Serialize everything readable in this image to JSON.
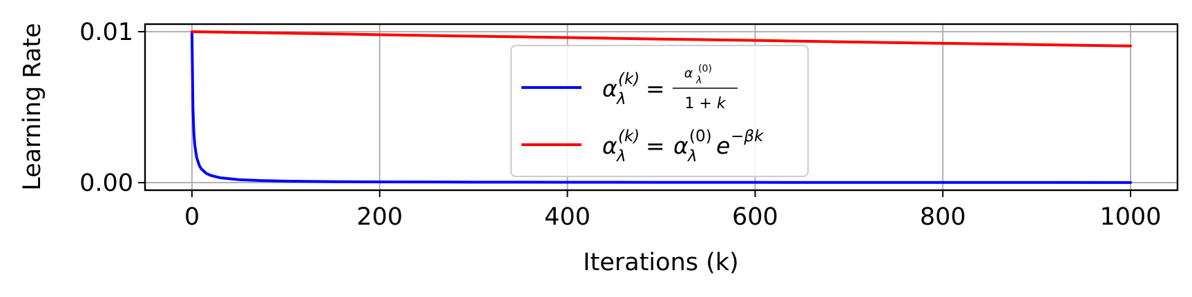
{
  "chart_data": {
    "type": "line",
    "xlabel": "Iterations (k)",
    "ylabel": "Learning Rate",
    "xlim": [
      -50,
      1050
    ],
    "ylim": [
      -0.0005,
      0.0105
    ],
    "xticks": [
      0,
      200,
      400,
      600,
      800,
      1000
    ],
    "xtick_labels": [
      "0",
      "200",
      "400",
      "600",
      "800",
      "1000"
    ],
    "yticks": [
      0,
      0.01
    ],
    "ytick_labels": [
      "0.00",
      "0.01"
    ],
    "grid": true,
    "legend_position": "upper-center",
    "series": [
      {
        "name": "α_λ^(k) = α_λ^(0) / (1 + k)",
        "color": "#0000ff",
        "x": [
          0,
          1,
          2,
          3,
          5,
          8,
          10,
          15,
          20,
          30,
          50,
          75,
          100,
          150,
          200,
          300,
          400,
          500,
          600,
          700,
          800,
          900,
          1000
        ],
        "values": [
          0.01,
          0.005,
          0.00333,
          0.0025,
          0.00167,
          0.00111,
          0.000909,
          0.000625,
          0.000476,
          0.000323,
          0.000196,
          0.000132,
          9.9e-05,
          6.6e-05,
          5e-05,
          3.3e-05,
          2.5e-05,
          2e-05,
          1.7e-05,
          1.4e-05,
          1.2e-05,
          1.1e-05,
          1e-05
        ]
      },
      {
        "name": "α_λ^(k) = α_λ^(0) e^(−βk)",
        "color": "#ff0000",
        "x": [
          0,
          100,
          200,
          300,
          400,
          500,
          600,
          700,
          800,
          900,
          1000
        ],
        "values": [
          0.01,
          0.0099,
          0.0098,
          0.0097,
          0.00961,
          0.00951,
          0.00942,
          0.00932,
          0.00923,
          0.00914,
          0.00905
        ]
      }
    ]
  }
}
